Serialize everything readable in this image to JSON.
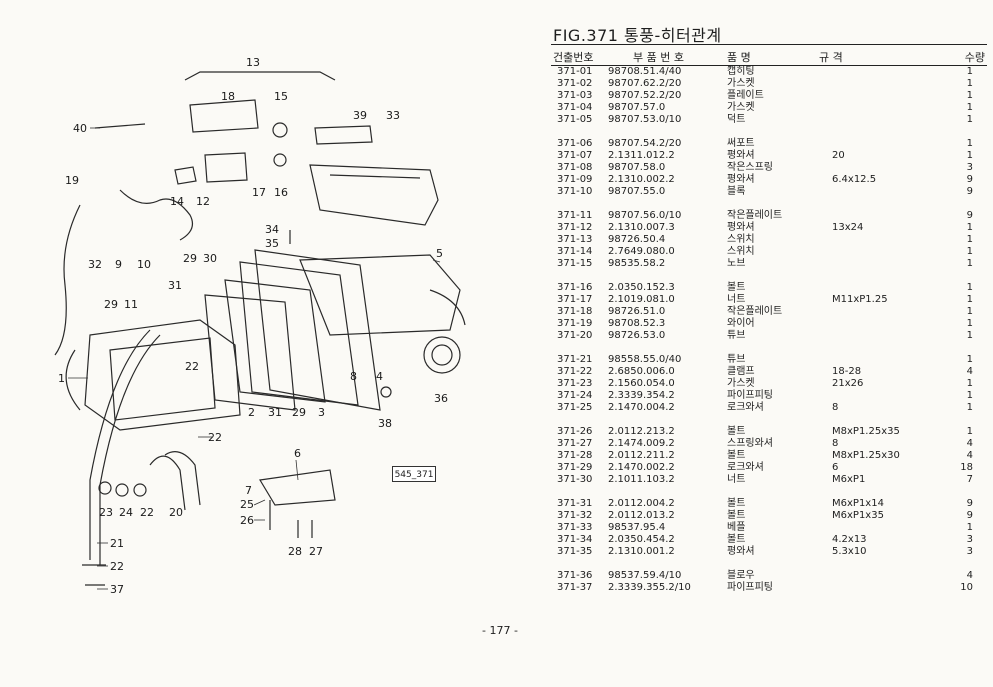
{
  "figure": {
    "title": "FIG.371 통풍-히터관계"
  },
  "table": {
    "headers": [
      "건출번호",
      "부 품 번 호",
      "품 명",
      "규 격",
      "수량"
    ],
    "groups": [
      [
        {
          "no": "371-01",
          "part": "98708.51.4/40",
          "name": "캡히팅",
          "spec": "",
          "qty": "1"
        },
        {
          "no": "371-02",
          "part": "98707.62.2/20",
          "name": "가스켓",
          "spec": "",
          "qty": "1"
        },
        {
          "no": "371-03",
          "part": "98707.52.2/20",
          "name": "플레이트",
          "spec": "",
          "qty": "1"
        },
        {
          "no": "371-04",
          "part": "98707.57.0",
          "name": "가스켓",
          "spec": "",
          "qty": "1"
        },
        {
          "no": "371-05",
          "part": "98707.53.0/10",
          "name": "덕트",
          "spec": "",
          "qty": "1"
        }
      ],
      [
        {
          "no": "371-06",
          "part": "98707.54.2/20",
          "name": "써포트",
          "spec": "",
          "qty": "1"
        },
        {
          "no": "371-07",
          "part": "2.1311.012.2",
          "name": "평와셔",
          "spec": "20",
          "qty": "1"
        },
        {
          "no": "371-08",
          "part": "98707.58.0",
          "name": "작은스프링",
          "spec": "",
          "qty": "3"
        },
        {
          "no": "371-09",
          "part": "2.1310.002.2",
          "name": "평와셔",
          "spec": "6.4x12.5",
          "qty": "9"
        },
        {
          "no": "371-10",
          "part": "98707.55.0",
          "name": "블록",
          "spec": "",
          "qty": "9"
        }
      ],
      [
        {
          "no": "371-11",
          "part": "98707.56.0/10",
          "name": "작은플레이트",
          "spec": "",
          "qty": "9"
        },
        {
          "no": "371-12",
          "part": "2.1310.007.3",
          "name": "평와셔",
          "spec": "13x24",
          "qty": "1"
        },
        {
          "no": "371-13",
          "part": "98726.50.4",
          "name": "스위치",
          "spec": "",
          "qty": "1"
        },
        {
          "no": "371-14",
          "part": "2.7649.080.0",
          "name": "스위치",
          "spec": "",
          "qty": "1"
        },
        {
          "no": "371-15",
          "part": "98535.58.2",
          "name": "노브",
          "spec": "",
          "qty": "1"
        }
      ],
      [
        {
          "no": "371-16",
          "part": "2.0350.152.3",
          "name": "볼트",
          "spec": "",
          "qty": "1"
        },
        {
          "no": "371-17",
          "part": "2.1019.081.0",
          "name": "너트",
          "spec": "M11xP1.25",
          "qty": "1"
        },
        {
          "no": "371-18",
          "part": "98726.51.0",
          "name": "작은플레이트",
          "spec": "",
          "qty": "1"
        },
        {
          "no": "371-19",
          "part": "98708.52.3",
          "name": "와이어",
          "spec": "",
          "qty": "1"
        },
        {
          "no": "371-20",
          "part": "98726.53.0",
          "name": "튜브",
          "spec": "",
          "qty": "1"
        }
      ],
      [
        {
          "no": "371-21",
          "part": "98558.55.0/40",
          "name": "튜브",
          "spec": "",
          "qty": "1"
        },
        {
          "no": "371-22",
          "part": "2.6850.006.0",
          "name": "클램프",
          "spec": "18-28",
          "qty": "4"
        },
        {
          "no": "371-23",
          "part": "2.1560.054.0",
          "name": "가스켓",
          "spec": "21x26",
          "qty": "1"
        },
        {
          "no": "371-24",
          "part": "2.3339.354.2",
          "name": "파이프피팅",
          "spec": "",
          "qty": "1"
        },
        {
          "no": "371-25",
          "part": "2.1470.004.2",
          "name": "로크와셔",
          "spec": "8",
          "qty": "1"
        }
      ],
      [
        {
          "no": "371-26",
          "part": "2.0112.213.2",
          "name": "볼트",
          "spec": "M8xP1.25x35",
          "qty": "1"
        },
        {
          "no": "371-27",
          "part": "2.1474.009.2",
          "name": "스프링와셔",
          "spec": "8",
          "qty": "4"
        },
        {
          "no": "371-28",
          "part": "2.0112.211.2",
          "name": "볼트",
          "spec": "M8xP1.25x30",
          "qty": "4"
        },
        {
          "no": "371-29",
          "part": "2.1470.002.2",
          "name": "로크와셔",
          "spec": "6",
          "qty": "18"
        },
        {
          "no": "371-30",
          "part": "2.1011.103.2",
          "name": "너트",
          "spec": "M6xP1",
          "qty": "7"
        }
      ],
      [
        {
          "no": "371-31",
          "part": "2.0112.004.2",
          "name": "볼트",
          "spec": "M6xP1x14",
          "qty": "9"
        },
        {
          "no": "371-32",
          "part": "2.0112.013.2",
          "name": "볼트",
          "spec": "M6xP1x35",
          "qty": "9"
        },
        {
          "no": "371-33",
          "part": "98537.95.4",
          "name": "베플",
          "spec": "",
          "qty": "1"
        },
        {
          "no": "371-34",
          "part": "2.0350.454.2",
          "name": "볼트",
          "spec": "4.2x13",
          "qty": "3"
        },
        {
          "no": "371-35",
          "part": "2.1310.001.2",
          "name": "평와셔",
          "spec": "5.3x10",
          "qty": "3"
        }
      ],
      [
        {
          "no": "371-36",
          "part": "98537.59.4/10",
          "name": "블로우",
          "spec": "",
          "qty": "4"
        },
        {
          "no": "371-37",
          "part": "2.3339.355.2/10",
          "name": "파이프피팅",
          "spec": "",
          "qty": "10"
        }
      ]
    ]
  },
  "diagram": {
    "ref_box": "545_371",
    "callouts": [
      "13",
      "18",
      "15",
      "39",
      "33",
      "40",
      "19",
      "14",
      "12",
      "17",
      "16",
      "34",
      "35",
      "5",
      "32",
      "9",
      "10",
      "29",
      "30",
      "31",
      "11",
      "1",
      "22",
      "8",
      "4",
      "36",
      "2",
      "31",
      "29",
      "3",
      "38",
      "22",
      "6",
      "7",
      "25",
      "26",
      "23",
      "24",
      "22",
      "20",
      "28",
      "27",
      "21",
      "22",
      "37"
    ]
  },
  "page_number": "- 177 -"
}
